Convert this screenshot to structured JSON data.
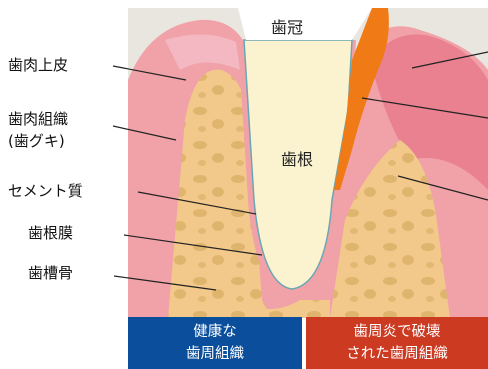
{
  "labels": {
    "gingiva": "歯肉上皮",
    "gum_tissue_line1": "歯肉組織",
    "gum_tissue_line2": "(歯グキ)",
    "cementum": "セメント質",
    "pdl": "歯根膜",
    "alveolar_bone": "歯槽骨",
    "crown": "歯冠",
    "root": "歯根"
  },
  "panels": {
    "healthy": {
      "line1": "健康な",
      "line2": "歯周組織",
      "color": "#0b4f9c"
    },
    "destroyed": {
      "line1": "歯周炎で破壊",
      "line2": "された歯周組織",
      "color": "#cc3a22"
    }
  },
  "colors": {
    "background": "#e9e6e0",
    "gum": "#f0a2a8",
    "gum_dark": "#e5707f",
    "bone": "#f3c88b",
    "tooth": "#fbf3cf",
    "enamel": "#ffffff",
    "calculus": "#f07a16"
  }
}
